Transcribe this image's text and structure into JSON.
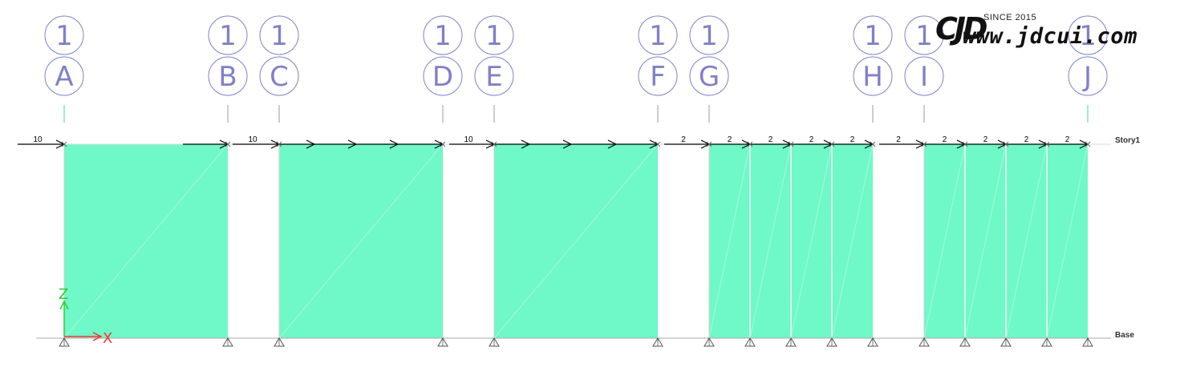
{
  "diagram": {
    "colors": {
      "wall_fill": "#6ff8c8",
      "bubble": "#8080c8",
      "gridline": "#aaaaaa",
      "beam": "#d8d8d8",
      "load_arrow": "#000000",
      "axis_z": "#33cc33",
      "axis_x": "#ff3333",
      "tick": "#40d0d0"
    },
    "axis_labels": {
      "z": "Z",
      "x": "X"
    },
    "stories": [
      {
        "name": "Story1",
        "elevation_m": 1
      },
      {
        "name": "Base",
        "elevation_m": 0
      }
    ],
    "grids": [
      {
        "row": "1",
        "label": "A",
        "pos": 80,
        "tick": "cyan"
      },
      {
        "row": "1",
        "label": "B",
        "pos": 284,
        "tick": "gray"
      },
      {
        "row": "1",
        "label": "C",
        "pos": 348,
        "tick": "gray"
      },
      {
        "row": "1",
        "label": "D",
        "pos": 552,
        "tick": "gray"
      },
      {
        "row": "1",
        "label": "E",
        "pos": 616,
        "tick": "gray"
      },
      {
        "row": "1",
        "label": "F",
        "pos": 820,
        "tick": "gray"
      },
      {
        "row": "1",
        "label": "G",
        "pos": 884,
        "tick": "gray"
      },
      {
        "row": "1",
        "label": "H",
        "pos": 1088,
        "tick": "gray"
      },
      {
        "row": "1",
        "label": "I",
        "pos": 1152,
        "tick": "gray"
      },
      {
        "row": "1",
        "label": "J",
        "pos": 1356,
        "tick": "cyan"
      }
    ],
    "walls": [
      {
        "from": 80,
        "to": 284,
        "divisions": 1
      },
      {
        "from": 348,
        "to": 552,
        "divisions": 1
      },
      {
        "from": 616,
        "to": 820,
        "divisions": 1
      },
      {
        "from": 884,
        "to": 1088,
        "divisions": 4
      },
      {
        "from": 1152,
        "to": 1356,
        "divisions": 4
      }
    ],
    "loads": [
      {
        "label": "10",
        "from": 22,
        "to": 80,
        "arrows": [],
        "line_gaps": [
          [
            80,
            228
          ]
        ]
      },
      {
        "label": "10",
        "from": 290,
        "to": 348,
        "arrows": [
          392,
          444,
          496,
          552
        ]
      },
      {
        "label": "10",
        "from": 560,
        "to": 616,
        "arrows": [
          660,
          712,
          768,
          820
        ]
      },
      {
        "label": "2",
        "from": 828,
        "to": 884,
        "arrows": [],
        "segment_labels": [
          "2",
          "2",
          "2",
          "2"
        ],
        "segments": [
          [
            884,
            935
          ],
          [
            935,
            986
          ],
          [
            986,
            1037
          ],
          [
            1037,
            1088
          ]
        ]
      },
      {
        "label": "2",
        "from": 1096,
        "to": 1152,
        "arrows": [],
        "segment_labels": [
          "2",
          "2",
          "2",
          "2"
        ],
        "segments": [
          [
            1152,
            1203
          ],
          [
            1203,
            1254
          ],
          [
            1254,
            1305
          ],
          [
            1305,
            1356
          ]
        ]
      }
    ],
    "supports": [
      80,
      284,
      348,
      552,
      616,
      820,
      884,
      935,
      986,
      1037,
      1088,
      1152,
      1203,
      1254,
      1305,
      1356
    ]
  },
  "watermark": {
    "logo": "CJD",
    "since": "SINCE 2015",
    "url": "www.jdcui.com"
  }
}
